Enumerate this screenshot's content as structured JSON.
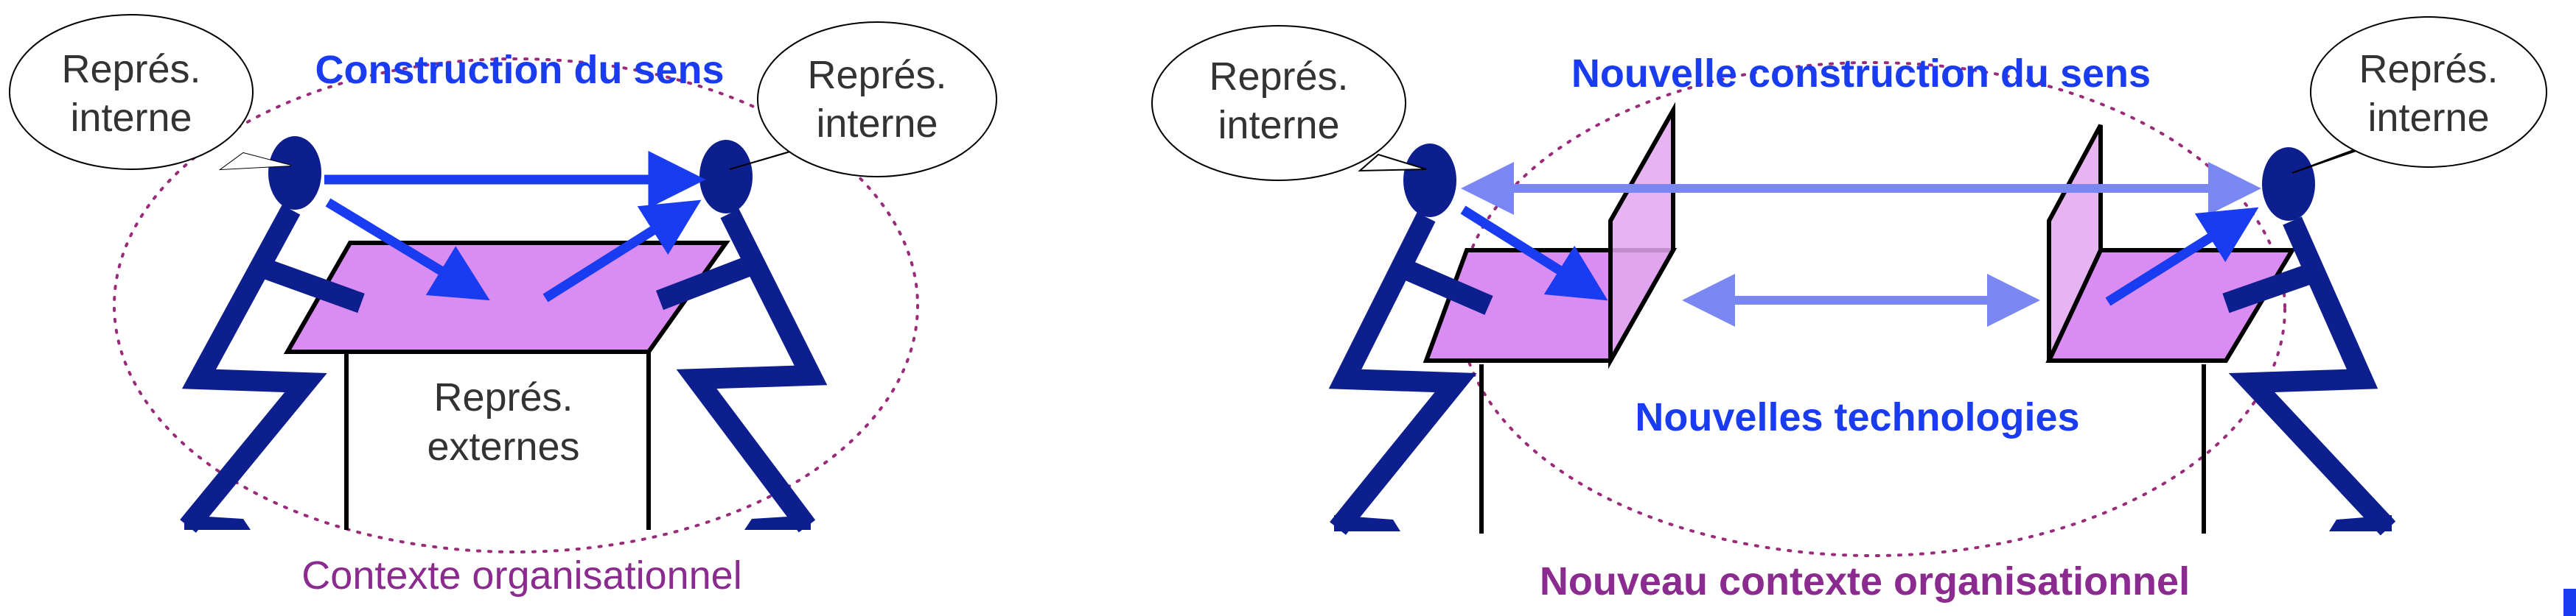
{
  "left": {
    "bubble_left": [
      "Représ.",
      "interne"
    ],
    "bubble_right": [
      "Représ.",
      "interne"
    ],
    "title": "Construction du sens",
    "table_label": [
      "Représ.",
      "externes"
    ],
    "context": "Contexte organisationnel"
  },
  "right": {
    "bubble_left": [
      "Représ.",
      "interne"
    ],
    "bubble_right": [
      "Représ.",
      "interne"
    ],
    "title": "Nouvelle construction du sens",
    "tech": "Nouvelles technologies",
    "context": "Nouveau contexte organisationnel"
  },
  "colors": {
    "figure": "#0d1f8f",
    "arrow_strong": "#1a3cf0",
    "arrow_soft": "#7a86f2",
    "title_blue": "#1a3cf0",
    "context_purple": "#8b2a8f",
    "table_fill": "#d98cf2",
    "screen_fill": "#e2a8ee",
    "dotted_ellipse": "#9a2a7a"
  }
}
